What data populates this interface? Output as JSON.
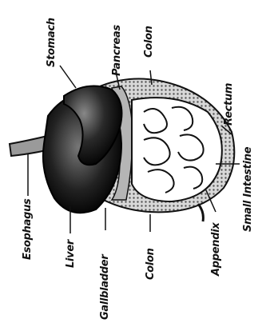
{
  "diagram": {
    "labels": {
      "stomach": "Stomach",
      "pancreas": "Pancreas",
      "colon_top": "Colon",
      "rectum": "Rectum",
      "small_intestine": "Small Intestine",
      "appendix": "Appendix",
      "colon_bottom": "Colon",
      "gallbladder": "Gallbladder",
      "liver": "Liver",
      "esophagus": "Esophagus"
    }
  }
}
